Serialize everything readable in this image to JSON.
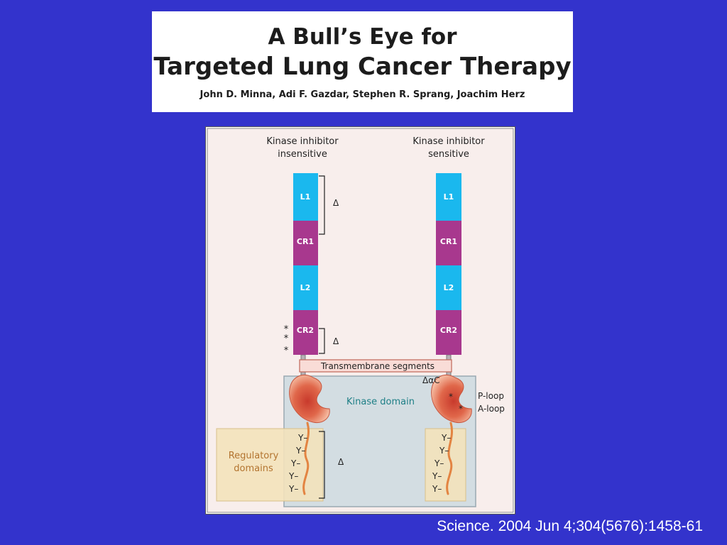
{
  "slide": {
    "title_line1": "A Bull’s Eye for",
    "title_line2": "Targeted Lung Cancer Therapy",
    "authors": "John D. Minna, Adi F. Gazdar, Stephen R. Sprang, Joachim Herz",
    "citation": "Science. 2004 Jun 4;304(5676):1458-61"
  },
  "diagram": {
    "left_heading_line1": "Kinase inhibitor",
    "left_heading_line2": "insensitive",
    "right_heading_line1": "Kinase inhibitor",
    "right_heading_line2": "sensitive",
    "segments": [
      "L1",
      "CR1",
      "L2",
      "CR2"
    ],
    "delta": "Δ",
    "star": "*",
    "transmembrane": "Transmembrane segments",
    "delta_alpha_c": "ΔαC",
    "kinase_domain": "Kinase domain",
    "p_loop": "P-loop",
    "a_loop": "A-loop",
    "regulatory_line1": "Regulatory",
    "regulatory_line2": "domains",
    "tyrosine": "Y–",
    "colors": {
      "loop_segment": "#1ab8ee",
      "cr_segment": "#a8388e",
      "figure_bg": "#f8eeec",
      "kinase_box": "#d3dde2",
      "regulatory_box": "#f3e2bb",
      "kidney": "#e0674a",
      "chain": "#e38442"
    }
  }
}
